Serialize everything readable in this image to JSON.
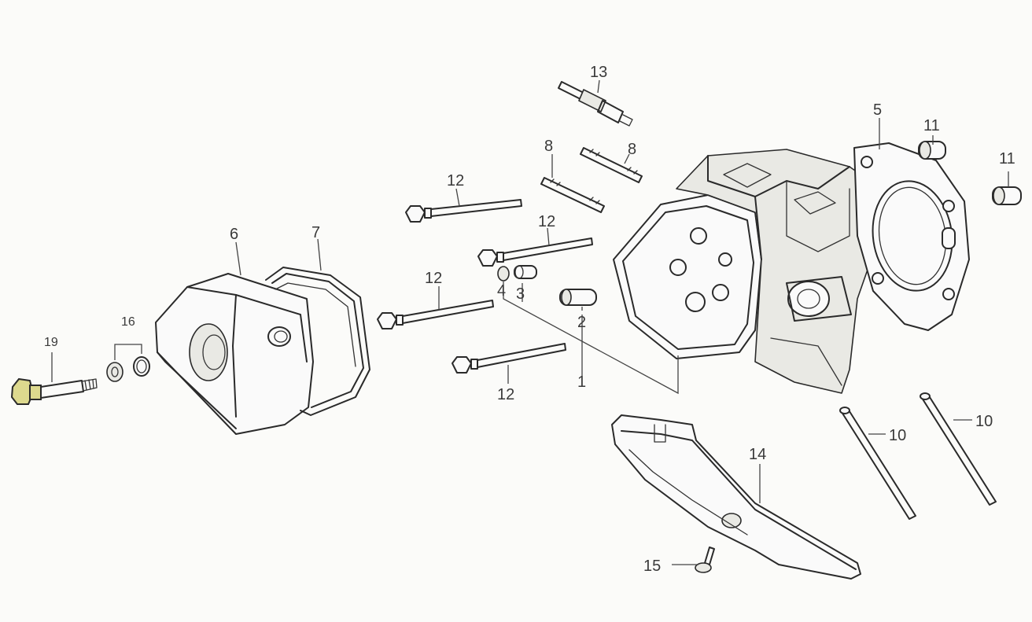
{
  "diagram": {
    "callouts": {
      "c1": "1",
      "c2": "2",
      "c3": "3",
      "c4": "4",
      "c5": "5",
      "c6": "6",
      "c7": "7",
      "c8a": "8",
      "c8b": "8",
      "c10a": "10",
      "c10b": "10",
      "c11a": "11",
      "c11b": "11",
      "c12a": "12",
      "c12b": "12",
      "c12c": "12",
      "c12d": "12",
      "c13": "13",
      "c14": "14",
      "c15": "15",
      "c16": "16",
      "c19": "19"
    },
    "highlight_color": "#d8d28a"
  }
}
